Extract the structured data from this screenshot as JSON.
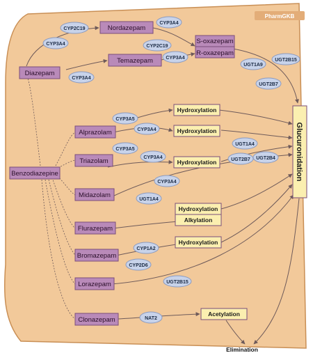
{
  "logo": "PharmGKB",
  "colors": {
    "cell_fill": "#f2c99a",
    "cell_stroke": "#c98f55",
    "drug_fill": "#b98ab9",
    "drug_stroke": "#7a4d7a",
    "process_fill": "#fbefb0",
    "process_stroke": "#7a4d7a",
    "enzyme_fill": "#c8d3ea",
    "arrow": "#6e5a5a"
  },
  "drugs": {
    "benzodiazepine": "Benzodiazepine",
    "diazepam": "Diazepam",
    "nordazepam": "Nordazepam",
    "temazepam": "Temazepam",
    "s_oxazepam": "S-oxazepam",
    "r_oxazepam": "R-oxazepam",
    "alprazolam": "Alprazolam",
    "triazolam": "Triazolam",
    "midazolam": "Midazolam",
    "flurazepam": "Flurazepam",
    "bromazepam": "Bromazepam",
    "lorazepam": "Lorazepam",
    "clonazepam": "Clonazepam"
  },
  "processes": {
    "hydroxylation": "Hydroxylation",
    "alkylation": "Alkylation",
    "acetylation": "Acetylation",
    "glucuronidation": "Glucuronidation",
    "elimination": "Elimination"
  },
  "enzymes": {
    "cyp2c19": "CYP2C19",
    "cyp3a4": "CYP3A4",
    "cyp3a5": "CYP3A5",
    "cyp1a2": "CYP1A2",
    "cyp2d6": "CYP2D6",
    "ugt1a9": "UGT1A9",
    "ugt2b15": "UGT2B15",
    "ugt2b7": "UGT2B7",
    "ugt1a4": "UGT1A4",
    "ugt2b4": "UGT2B4",
    "nat2": "NAT2"
  }
}
